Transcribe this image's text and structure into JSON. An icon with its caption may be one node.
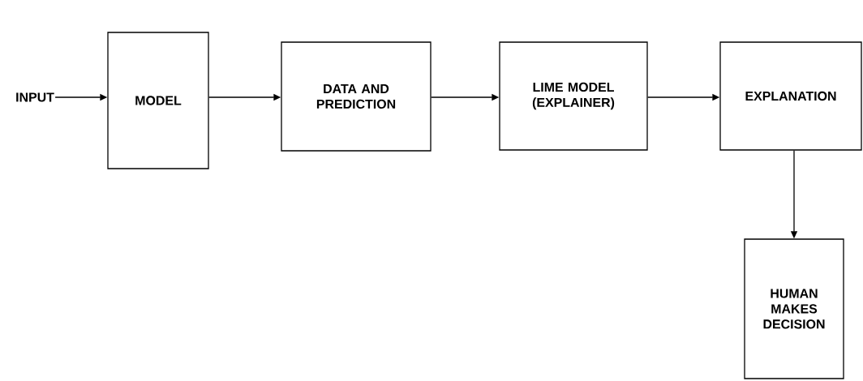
{
  "diagram": {
    "nodes": [
      {
        "text": [
          "INPUT"
        ]
      },
      {
        "text": [
          "MODEL"
        ]
      },
      {
        "text": [
          "DATA AND PREDICTION"
        ]
      },
      {
        "text": [
          "LIME MODEL (EXPLAINER)"
        ]
      },
      {
        "text": [
          "EXPLANATION"
        ]
      },
      {
        "text": [
          "HUMAN MAKES DECISION"
        ]
      }
    ],
    "edges": [
      {
        "from": 0,
        "to": 1,
        "arrow": "to"
      },
      {
        "from": 1,
        "to": 2,
        "arrow": "to"
      },
      {
        "from": 2,
        "to": 3,
        "arrow": "to"
      },
      {
        "from": 3,
        "to": 4,
        "arrow": "to"
      },
      {
        "from": 4,
        "to": 5,
        "arrow": "to"
      }
    ]
  }
}
